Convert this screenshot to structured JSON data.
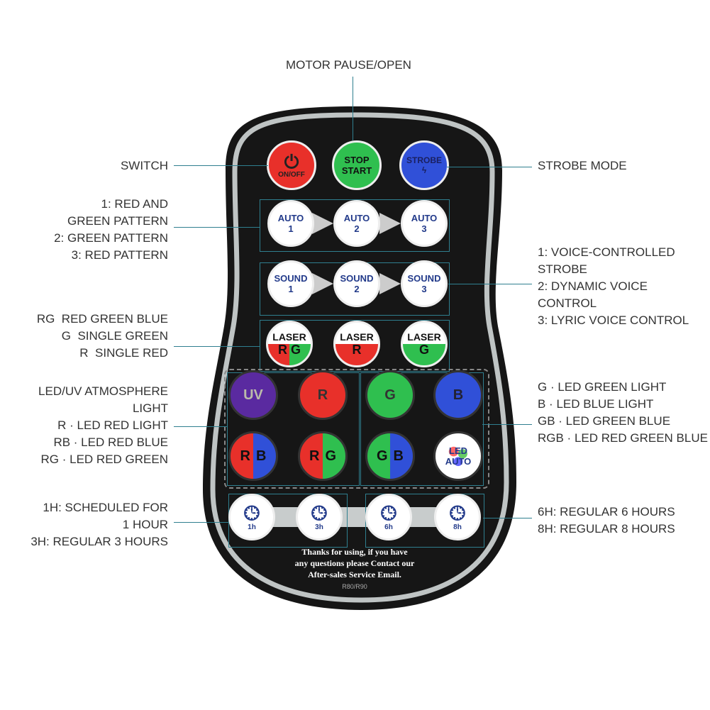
{
  "labels": {
    "motor": "MOTOR PAUSE/OPEN",
    "switch": "SWITCH",
    "strobe": "STROBE MODE",
    "auto": [
      "1: RED AND",
      "GREEN PATTERN",
      "2: GREEN PATTERN",
      "3: RED PATTERN"
    ],
    "sound": [
      "1: VOICE-CONTROLLED",
      "STROBE",
      "2: DYNAMIC VOICE",
      "CONTROL",
      "3: LYRIC VOICE CONTROL"
    ],
    "laser": [
      "RG  RED GREEN BLUE",
      "G  SINGLE GREEN",
      "R  SINGLE RED"
    ],
    "led_left": [
      "LED/UV ATMOSPHERE",
      "LIGHT",
      "R · LED RED LIGHT",
      "RB · LED RED BLUE",
      "RG · LED RED GREEN"
    ],
    "led_right": [
      "G · LED GREEN LIGHT",
      "B · LED BLUE LIGHT",
      "GB · LED GREEN BLUE",
      "RGB · LED RED GREEN BLUE"
    ],
    "timer_left": [
      "1H: SCHEDULED FOR",
      "1 HOUR",
      "3H: REGULAR 3 HOURS"
    ],
    "timer_right": [
      "6H: REGULAR 6 HOURS",
      "8H: REGULAR 8 HOURS"
    ]
  },
  "remote": {
    "onoff": "ON/OFF",
    "stop": "STOP",
    "start": "START",
    "strobe": "STROBE",
    "auto": [
      "AUTO",
      "1",
      "2",
      "3"
    ],
    "sound": "SOUND",
    "laser": "LASER",
    "uv": "UV",
    "r": "R",
    "g": "G",
    "b": "B",
    "led": "LED",
    "led_auto": "AUTO",
    "timers": [
      "1h",
      "3h",
      "6h",
      "8h"
    ],
    "note": [
      "Thanks for using, if you have",
      "any questions please Contact our",
      "After-sales Service Email."
    ],
    "model": "R80/R90"
  },
  "colors": {
    "red": "#e8302a",
    "green": "#2fbf4f",
    "blue": "#3050d8",
    "purple": "#5a2aa0",
    "accent": "#2f7f8f"
  }
}
